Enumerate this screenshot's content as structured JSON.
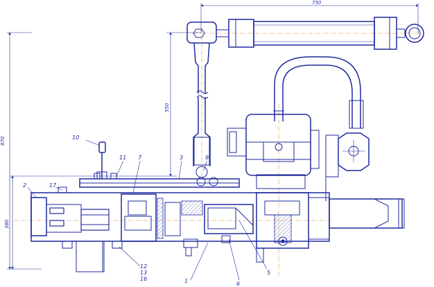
{
  "dimensions": {
    "top_width": "750",
    "left_height": "870",
    "mid_height": "550",
    "low_height": "380"
  },
  "callouts": {
    "c1": "1",
    "c2": "2",
    "c3": "3",
    "c5": "5",
    "c6": "6",
    "c7": "7",
    "c9": "9",
    "c10": "10",
    "c11": "11",
    "c12": "12",
    "c13": "13",
    "c16": "16",
    "c17": "17"
  },
  "colors": {
    "line": "#1f2a9e",
    "axis": "#e08a3a",
    "background": "#ffffff"
  }
}
